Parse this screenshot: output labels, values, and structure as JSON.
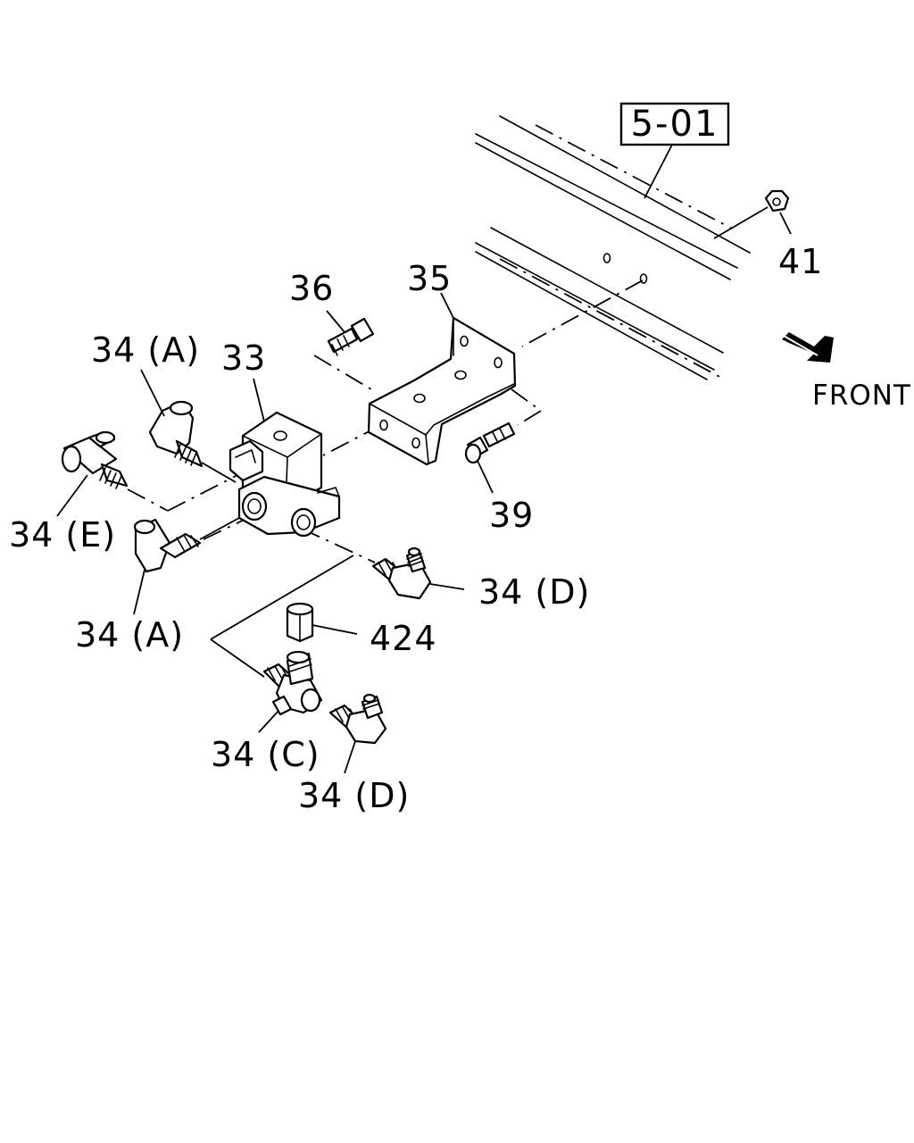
{
  "diagram": {
    "reference_box": "5-01",
    "direction_label": "FRONT",
    "callouts": {
      "p41": "41",
      "p36": "36",
      "p35": "35",
      "p33": "33",
      "p39": "39",
      "p424": "424",
      "p34a_top": "34 (A)",
      "p34e": "34 (E)",
      "p34a_bottom": "34 (A)",
      "p34d_right": "34 (D)",
      "p34c": "34 (C)",
      "p34d_bottom": "34 (D)"
    }
  }
}
